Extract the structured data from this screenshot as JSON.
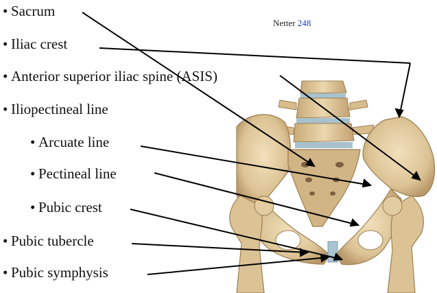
{
  "reference": {
    "text": "Netter",
    "number": "248",
    "number_color": "#1f3fbf"
  },
  "labels": [
    {
      "id": "sacrum",
      "text": "Sacrum",
      "indent": false
    },
    {
      "id": "iliac-crest",
      "text": "Iliac crest",
      "indent": false
    },
    {
      "id": "asis",
      "text": "Anterior superior iliac spine (ASIS)",
      "indent": false
    },
    {
      "id": "iliopectineal-line",
      "text": "Iliopectineal line",
      "indent": false
    },
    {
      "id": "arcuate-line",
      "text": "Arcuate line",
      "indent": true
    },
    {
      "id": "pectineal-line",
      "text": "Pectineal line",
      "indent": true
    },
    {
      "id": "pubic-crest",
      "text": "Pubic crest",
      "indent": true
    },
    {
      "id": "pubic-tubercle",
      "text": "Pubic tubercle",
      "indent": false
    },
    {
      "id": "pubic-symphysis",
      "text": "Pubic symphysis",
      "indent": false
    }
  ],
  "bullet": "•",
  "colors": {
    "bone": "#e6cfa4",
    "bone_shadow": "#b89a68",
    "bone_dark": "#8d7148",
    "cartilage": "#a9c4cf",
    "leader": "#000000"
  }
}
